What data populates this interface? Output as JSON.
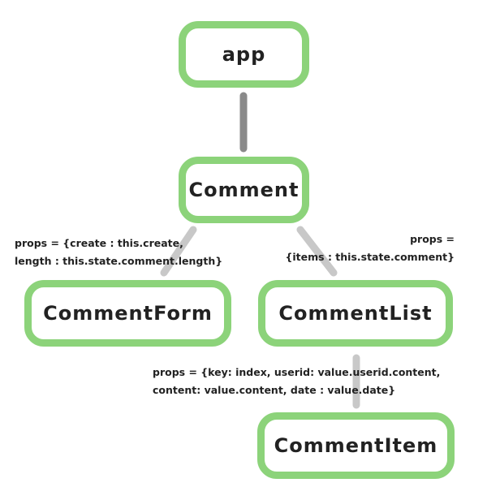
{
  "nodes": {
    "app": "app",
    "comment": "Comment",
    "comment_form": "CommentForm",
    "comment_list": "CommentList",
    "comment_item": "CommentItem"
  },
  "edge_labels": {
    "comment_to_form": {
      "line1": "props = {create : this.create,",
      "line2": "length : this.state.comment.length}"
    },
    "comment_to_list": {
      "line1": "props =",
      "line2": "{items : this.state.comment}"
    },
    "list_to_item": {
      "line1": "props = {key: index, userid: value.userid.content,",
      "line2": "content: value.content, date : value.date}"
    }
  },
  "colors": {
    "node_border": "#8cd37a",
    "edge_dark": "#8a8a8a",
    "edge_light": "#c8c8c8",
    "text": "#222222"
  }
}
